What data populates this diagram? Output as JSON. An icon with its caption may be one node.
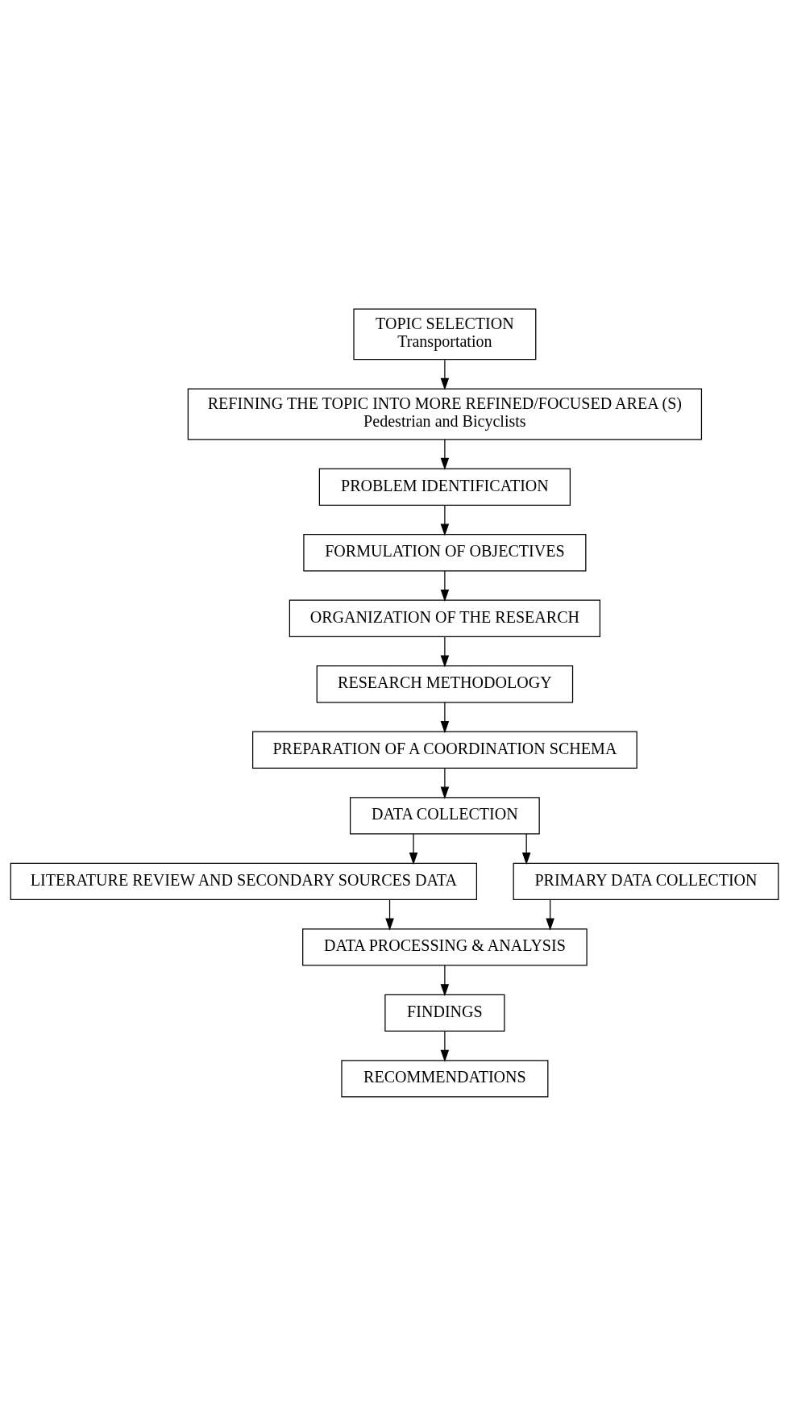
{
  "diagram": {
    "nodes": [
      {
        "text": [
          "TOPIC SELECTION",
          "Transportation"
        ]
      },
      {
        "text": [
          "REFINING THE TOPIC INTO MORE REFINED/FOCUSED AREA (S)",
          "Pedestrian and Bicyclists"
        ]
      },
      {
        "text": [
          "PROBLEM IDENTIFICATION"
        ]
      },
      {
        "text": [
          "FORMULATION OF OBJECTIVES"
        ]
      },
      {
        "text": [
          "ORGANIZATION OF THE RESEARCH"
        ]
      },
      {
        "text": [
          "RESEARCH METHODOLOGY"
        ]
      },
      {
        "text": [
          "PREPARATION OF A COORDINATION SCHEMA"
        ]
      },
      {
        "text": [
          "DATA COLLECTION"
        ]
      },
      {
        "text": [
          "LITERATURE REVIEW AND SECONDARY SOURCES DATA"
        ]
      },
      {
        "text": [
          "PRIMARY DATA COLLECTION"
        ]
      },
      {
        "text": [
          "DATA PROCESSING & ANALYSIS"
        ]
      },
      {
        "text": [
          "FINDINGS"
        ]
      },
      {
        "text": [
          "RECOMMENDATIONS"
        ]
      }
    ],
    "edges": [
      {
        "from": 0,
        "to": 1,
        "arrow": "to"
      },
      {
        "from": 1,
        "to": 2,
        "arrow": "to"
      },
      {
        "from": 2,
        "to": 3,
        "arrow": "to"
      },
      {
        "from": 3,
        "to": 4,
        "arrow": "to"
      },
      {
        "from": 4,
        "to": 5,
        "arrow": "to"
      },
      {
        "from": 5,
        "to": 6,
        "arrow": "to"
      },
      {
        "from": 6,
        "to": 7,
        "arrow": "to"
      },
      {
        "from": 7,
        "to": 8,
        "arrow": "to"
      },
      {
        "from": 7,
        "to": 9,
        "arrow": "to"
      },
      {
        "from": 8,
        "to": 10,
        "arrow": "to"
      },
      {
        "from": 9,
        "to": 10,
        "arrow": "to"
      },
      {
        "from": 10,
        "to": 11,
        "arrow": "to"
      },
      {
        "from": 11,
        "to": 12,
        "arrow": "to"
      }
    ]
  }
}
